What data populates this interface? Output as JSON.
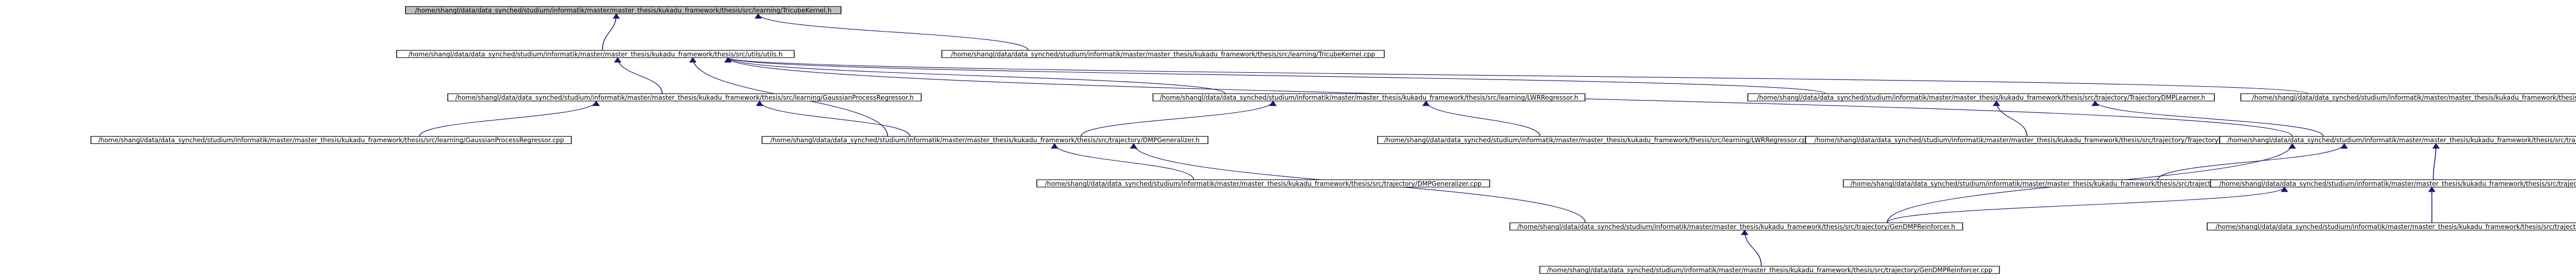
{
  "graph": {
    "title": "",
    "nodes": [
      {
        "id": "tricube_h",
        "label": "/home/shangl/data/data_synched/studium/informatik/master/master_thesis/kukadu_framework/thesis/src/learning/TricubeKernel.h",
        "highlighted": true
      },
      {
        "id": "utils_h",
        "label": "/home/shangl/data/data_synched/studium/informatik/master/master_thesis/kukadu_framework/thesis/src/utils/utils.h"
      },
      {
        "id": "tricube_cpp",
        "label": "/home/shangl/data/data_synched/studium/informatik/master/master_thesis/kukadu_framework/thesis/src/learning/TricubeKernel.cpp"
      },
      {
        "id": "gpr_h",
        "label": "/home/shangl/data/data_synched/studium/informatik/master/master_thesis/kukadu_framework/thesis/src/learning/GaussianProcessRegressor.h"
      },
      {
        "id": "lwr_h",
        "label": "/home/shangl/data/data_synched/studium/informatik/master/master_thesis/kukadu_framework/thesis/src/learning/LWRRegressor.h"
      },
      {
        "id": "tdmpl_h",
        "label": "/home/shangl/data/data_synched/studium/informatik/master/master_thesis/kukadu_framework/thesis/src/trajectory/TrajectoryDMPLearner.h"
      },
      {
        "id": "utils_cpp",
        "label": "/home/shangl/data/data_synched/studium/informatik/master/master_thesis/kukadu_framework/thesis/src/utils/utils.cpp"
      },
      {
        "id": "gpr_cpp",
        "label": "/home/shangl/data/data_synched/studium/informatik/master/master_thesis/kukadu_framework/thesis/src/learning/GaussianProcessRegressor.cpp"
      },
      {
        "id": "dmpgen_h",
        "label": "/home/shangl/data/data_synched/studium/informatik/master/master_thesis/kukadu_framework/thesis/src/trajectory/DMPGeneralizer.h"
      },
      {
        "id": "lwr_cpp",
        "label": "/home/shangl/data/data_synched/studium/informatik/master/master_thesis/kukadu_framework/thesis/src/learning/LWRRegressor.cpp"
      },
      {
        "id": "tdmpl_cpp",
        "label": "/home/shangl/data/data_synched/studium/informatik/master/master_thesis/kukadu_framework/thesis/src/trajectory/TrajectoryDMPLearner.cpp"
      },
      {
        "id": "dmpexec_h",
        "label": "/home/shangl/data/data_synched/studium/informatik/master/master_thesis/kukadu_framework/thesis/src/trajectory/DMPExecutor.h"
      },
      {
        "id": "dmpgen_cpp",
        "label": "/home/shangl/data/data_synched/studium/informatik/master/master_thesis/kukadu_framework/thesis/src/trajectory/DMPGeneralizer.cpp"
      },
      {
        "id": "dmpexec_cpp",
        "label": "/home/shangl/data/data_synched/studium/informatik/master/master_thesis/kukadu_framework/thesis/src/trajectory/DMPExecutor.cpp"
      },
      {
        "id": "dmpreinf_h",
        "label": "/home/shangl/data/data_synched/studium/informatik/master/master_thesis/kukadu_framework/thesis/src/trajectory/DMPReinforcer.h"
      },
      {
        "id": "gendmp_h",
        "label": "/home/shangl/data/data_synched/studium/informatik/master/master_thesis/kukadu_framework/thesis/src/trajectory/GenDMPReinforcer.h"
      },
      {
        "id": "dmpreinf_cpp",
        "label": "/home/shangl/data/data_synched/studium/informatik/master/master_thesis/kukadu_framework/thesis/src/trajectory/DMPReinforcer.cpp"
      },
      {
        "id": "gendmp_cpp",
        "label": "/home/shangl/data/data_synched/studium/informatik/master/master_thesis/kukadu_framework/thesis/src/trajectory/GenDMPReinforcer.cpp"
      }
    ],
    "edges": [
      [
        "utils_h",
        "tricube_h"
      ],
      [
        "tricube_cpp",
        "tricube_h"
      ],
      [
        "gpr_h",
        "utils_h"
      ],
      [
        "lwr_h",
        "utils_h"
      ],
      [
        "tdmpl_h",
        "utils_h"
      ],
      [
        "utils_cpp",
        "utils_h"
      ],
      [
        "dmpgen_h",
        "utils_h"
      ],
      [
        "dmpexec_h",
        "utils_h"
      ],
      [
        "gpr_cpp",
        "gpr_h"
      ],
      [
        "dmpgen_h",
        "gpr_h"
      ],
      [
        "lwr_cpp",
        "lwr_h"
      ],
      [
        "dmpgen_h",
        "lwr_h"
      ],
      [
        "tdmpl_cpp",
        "tdmpl_h"
      ],
      [
        "dmpexec_h",
        "tdmpl_h"
      ],
      [
        "dmpgen_cpp",
        "dmpgen_h"
      ],
      [
        "gendmp_h",
        "dmpgen_h"
      ],
      [
        "dmpexec_cpp",
        "dmpexec_h"
      ],
      [
        "dmpreinf_h",
        "dmpexec_h"
      ],
      [
        "gendmp_h",
        "dmpexec_h"
      ],
      [
        "gendmp_h",
        "dmpreinf_h"
      ],
      [
        "dmpreinf_cpp",
        "dmpreinf_h"
      ],
      [
        "gendmp_cpp",
        "gendmp_h"
      ]
    ],
    "colors": {
      "edge": "#191970",
      "node_fill": "#ffffff",
      "highlight_fill": "#bfbfbf",
      "node_border": "#000000"
    }
  }
}
